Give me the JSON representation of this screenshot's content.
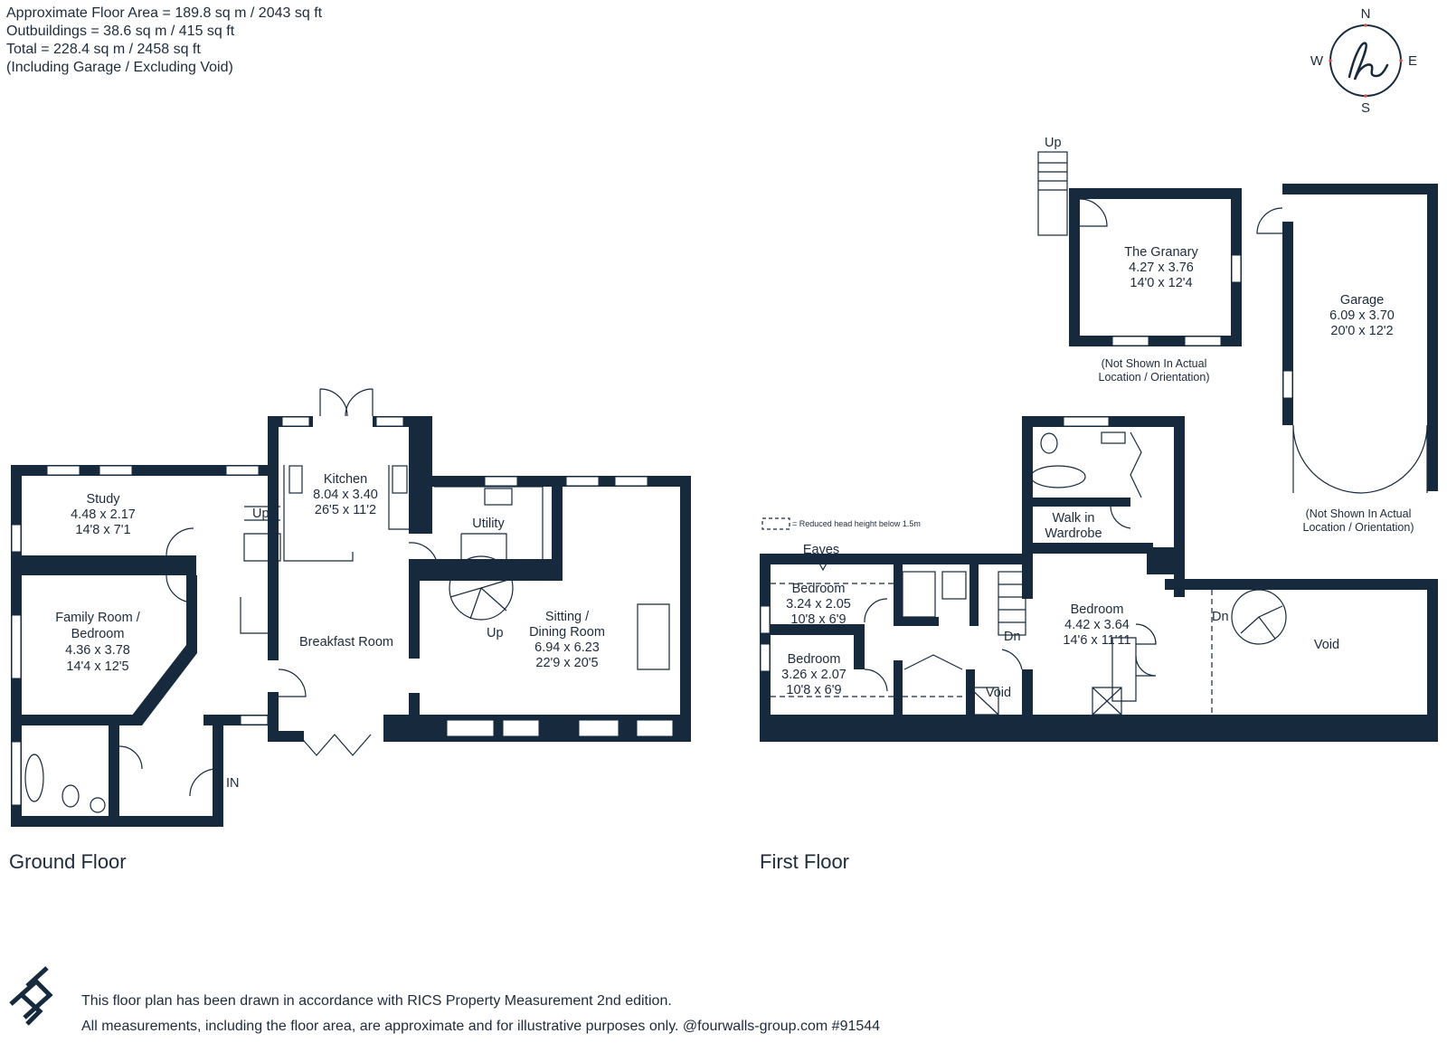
{
  "areas": [
    "Approximate Floor Area = 189.8 sq m / 2043 sq ft",
    "Outbuildings = 38.6 sq m / 415 sq ft",
    "Total = 228.4 sq m / 2458 sq ft",
    "(Including Garage / Excluding Void)"
  ],
  "compass": {
    "n": "N",
    "s": "S",
    "e": "E",
    "w": "W",
    "color": "#d9534f"
  },
  "wall_color": "#16293d",
  "legend": "= Reduced head height below 1.5m",
  "floors": {
    "ground": "Ground Floor",
    "first": "First Floor"
  },
  "rooms": {
    "study": [
      "Study",
      "4.48 x 2.17",
      "14'8 x 7'1"
    ],
    "family": [
      "Family Room /",
      "Bedroom",
      "4.36 x 3.78",
      "14'4 x 12'5"
    ],
    "kitchen": [
      "Kitchen",
      "8.04 x 3.40",
      "26'5 x 11'2"
    ],
    "utility": [
      "Utility"
    ],
    "breakfast": [
      "Breakfast Room"
    ],
    "sitting": [
      "Sitting /",
      "Dining Room",
      "6.94 x 6.23",
      "22'9 x 20'5"
    ],
    "granary": [
      "The Granary",
      "4.27 x 3.76",
      "14'0 x 12'4"
    ],
    "garage": [
      "Garage",
      "6.09 x 3.70",
      "20'0 x 12'2"
    ],
    "bed1": [
      "Bedroom",
      "3.24 x 2.05",
      "10'8 x 6'9"
    ],
    "bed2": [
      "Bedroom",
      "3.26 x 2.07",
      "10'8 x 6'9"
    ],
    "bed3": [
      "Bedroom",
      "4.42 x 3.64",
      "14'6 x 11'11"
    ],
    "wardrobe": [
      "Walk in",
      "Wardrobe"
    ],
    "void": [
      "Void"
    ],
    "void_small": [
      "Void"
    ],
    "eaves": [
      "Eaves"
    ]
  },
  "notes": {
    "granary": [
      "(Not Shown In Actual",
      "Location / Orientation)"
    ],
    "garage": [
      "(Not Shown In Actual",
      "Location / Orientation)"
    ]
  },
  "stairs": {
    "up1": "Up",
    "up2": "Up",
    "up3": "Up",
    "dn1": "Dn",
    "dn2": "Dn",
    "in": "IN"
  },
  "footer": [
    "This floor plan has been drawn in accordance with RICS Property Measurement 2nd edition.",
    "All measurements, including the floor area, are approximate and for illustrative purposes only. @fourwalls-group.com #91544"
  ]
}
